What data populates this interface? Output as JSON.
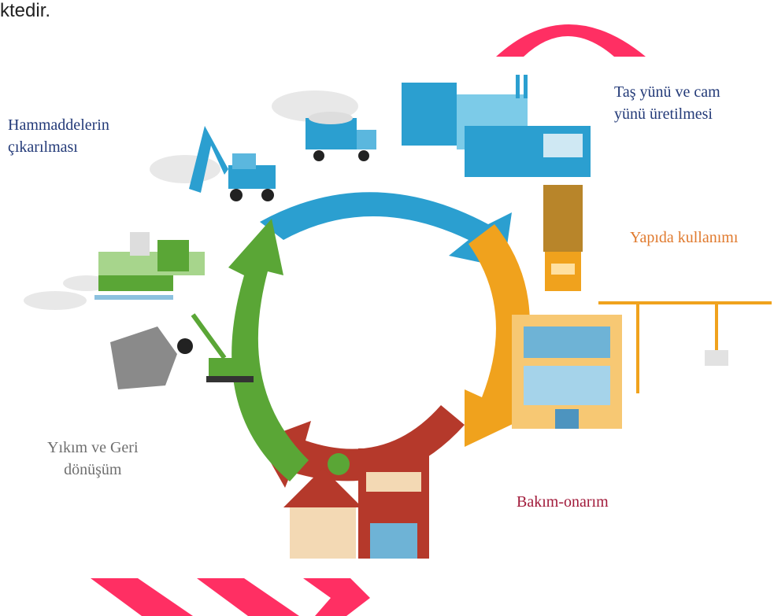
{
  "header_fragment": "ktedir.",
  "labels": {
    "raw_materials": "Hammaddelerin\nçıkarılması",
    "production": "Taş yünü ve cam\nyünü üretilmesi",
    "use": "Yapıda kullanımı",
    "maintenance": "Bakım-onarım",
    "demolition": "Yıkım ve Geri\ndönüşüm"
  },
  "colors": {
    "arrow_blue": "#2b9fd0",
    "arrow_orange": "#f0a21d",
    "arrow_red": "#b5392b",
    "arrow_green": "#5aa636",
    "watermark_pink": "#ff2f63"
  },
  "icons": [
    "excavator-icon",
    "dump-truck-icon",
    "factory-icon",
    "tipper-truck-icon",
    "tower-crane-icon",
    "office-building-icon",
    "houses-icon",
    "recycling-plant-icon",
    "demolition-crane-icon"
  ]
}
